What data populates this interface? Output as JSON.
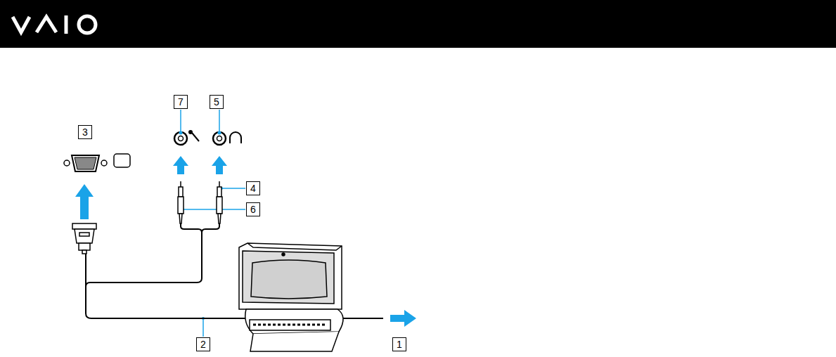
{
  "diagram": {
    "labels": [
      "7",
      "5",
      "3",
      "4",
      "6",
      "2",
      "1"
    ]
  }
}
